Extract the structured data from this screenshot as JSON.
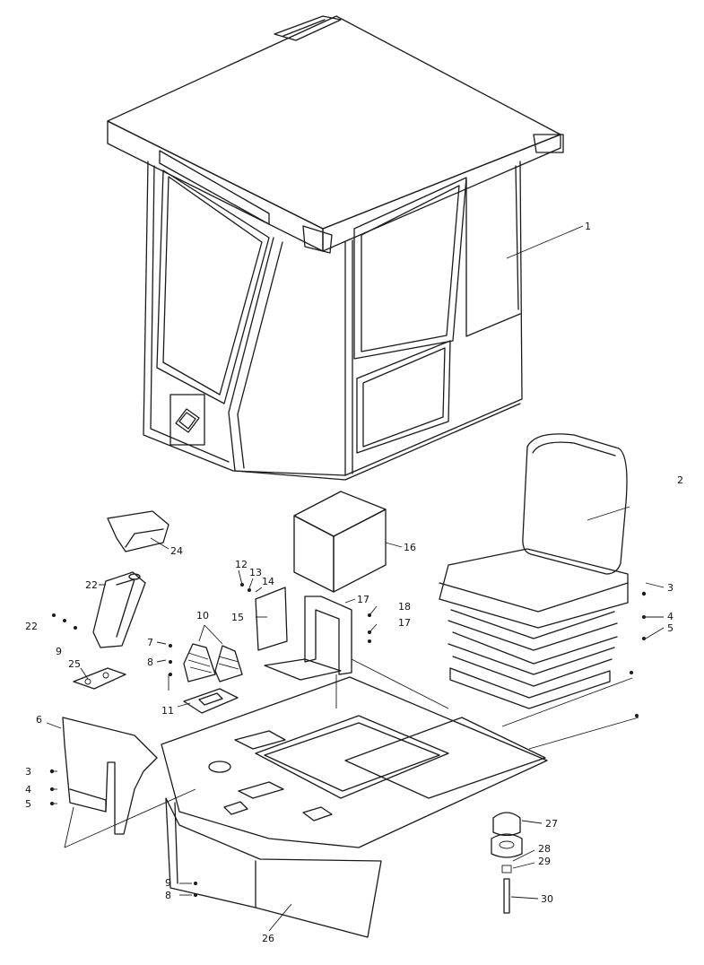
{
  "callouts": {
    "c1": "1",
    "c2": "2",
    "c3a": "3",
    "c4a": "4",
    "c5a": "5",
    "c3b": "3",
    "c4b": "4",
    "c5b": "5",
    "c6": "6",
    "c7": "7",
    "c8a": "8",
    "c9a": "9",
    "c8b": "8",
    "c9b": "9",
    "c10": "10",
    "c11": "11",
    "c12": "12",
    "c13": "13",
    "c14": "14",
    "c15": "15",
    "c16": "16",
    "c17a": "17",
    "c17b": "17",
    "c18": "18",
    "c22a": "22",
    "c22b": "22",
    "c24": "24",
    "c25": "25",
    "c26": "26",
    "c27": "27",
    "c28": "28",
    "c29": "29",
    "c30": "30"
  }
}
